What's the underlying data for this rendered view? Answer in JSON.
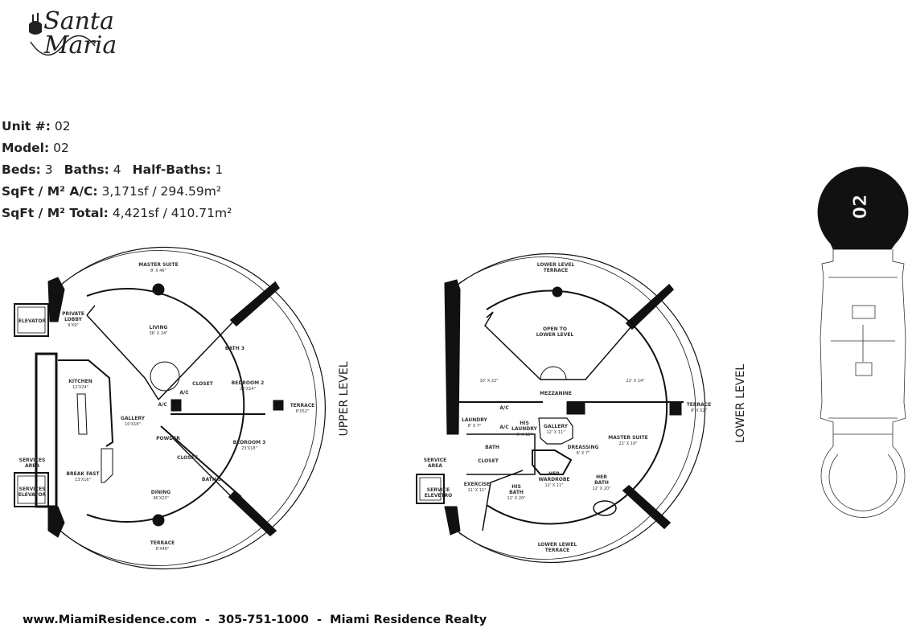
{
  "logo": {
    "text": "Santa Maria"
  },
  "unit_info": {
    "unit_label": "Unit #:",
    "unit_value": "02",
    "model_label": "Model:",
    "model_value": "02",
    "beds_label": "Beds:",
    "beds_value": "3",
    "baths_label": "Baths:",
    "baths_value": "4",
    "half_baths_label": "Half-Baths:",
    "half_baths_value": "1",
    "ac_label": "SqFt / M² A/C:",
    "ac_value": "3,171sf / 294.59m²",
    "total_label": "SqFt / M² Total:",
    "total_value": "4,421sf / 410.71m²"
  },
  "upper": {
    "level_label": "UPPER LEVEL",
    "rooms": {
      "master_suite": "MASTER SUITE",
      "master_suite_dim": "8' X 46\"",
      "private_lobby_1": "PRIVATE",
      "private_lobby_2": "LOBBY",
      "private_lobby_dim": "9'X9\"",
      "elevator": "ELEVATOR",
      "living": "LIVING",
      "living_dim": "36' X 24\"",
      "bath3_top": "BATH 3",
      "kitchen": "KITCHEN",
      "kitchen_dim": "12'X24\"",
      "closet_top": "CLOSET",
      "bedroom2": "BEDROOM 2",
      "bedroom2_dim": "20'X14\"",
      "ac_1": "A/C",
      "ac_2": "A/C",
      "terrace_right": "TERRACE",
      "terrace_right_dim": "8'X52\"",
      "gallery": "GALLERY",
      "gallery_dim": "10'X18\"",
      "powder": "POWDER",
      "bedroom3": "BEDROOM 3",
      "bedroom3_dim": "23'X18\"",
      "closet_bottom": "CLOSET",
      "services_area_1": "SERVICES",
      "services_area_2": "AREA",
      "breakfast": "BREAK FAST",
      "breakfast_dim": "13'X16\"",
      "bath3_bottom": "BATH 3",
      "services_elevator_1": "SERVICES",
      "services_elevator_2": "ELEVATOR",
      "dining": "DINING",
      "dining_dim": "36'X23\"",
      "terrace_bottom": "TERRACE",
      "terrace_bottom_dim": "8'X46\""
    }
  },
  "lower": {
    "level_label": "LOWER LEVEL",
    "rooms": {
      "terrace_top_1": "LOWER LEVEL",
      "terrace_top_2": "TERRACE",
      "open_1": "OPEN TO",
      "open_2": "LOWER LEVEL",
      "left_dim": "10' X 22\"",
      "right_dim": "22' X 14\"",
      "mezzanine": "MEZZANINE",
      "ac_1": "A/C",
      "ac_2": "A/C",
      "laundry": "LAUNDRY",
      "laundry_dim": "8' X 7\"",
      "his_laundry_1": "HIS",
      "his_laundry_2": "LAUNDRY",
      "his_laundry_dim": "6' X 15\"",
      "gallery": "GALLERY",
      "gallery_dim": "12' X 11\"",
      "master_suite": "MASTER SUITE",
      "master_suite_dim": "22' X 19\"",
      "bath": "BATH",
      "dressing": "DREASSING",
      "dressing_dim": "6' X 7\"",
      "service_area_1": "SERVICE",
      "service_area_2": "AREA",
      "closet": "CLOSET",
      "her_wardrobe_1": "HER",
      "her_wardrobe_2": "WARDROBE",
      "her_wardrobe_dim": "12' X 11\"",
      "her_bath_1": "HER",
      "her_bath_2": "BATH",
      "her_bath_dim": "12' X 20\"",
      "exercise": "EXERCISE",
      "exercise_dim": "11' X 11\"",
      "his_bath_1": "HIS",
      "his_bath_2": "BATH",
      "his_bath_dim": "12' X 20\"",
      "service_elevator_1": "SERVICE",
      "service_elevator_2": "ELEVETRO",
      "terrace_bottom_1": "LOWER LEWEL",
      "terrace_bottom_2": "TERRACE",
      "terrace_right": "TERRACE",
      "terrace_right_dim": "8' X 52\""
    }
  },
  "keyplan": {
    "unit_number": "02"
  },
  "footer": {
    "website": "www.MiamiResidence.com",
    "separator": "  -  ",
    "phone": "305-751-1000",
    "company": "Miami Residence Realty"
  }
}
